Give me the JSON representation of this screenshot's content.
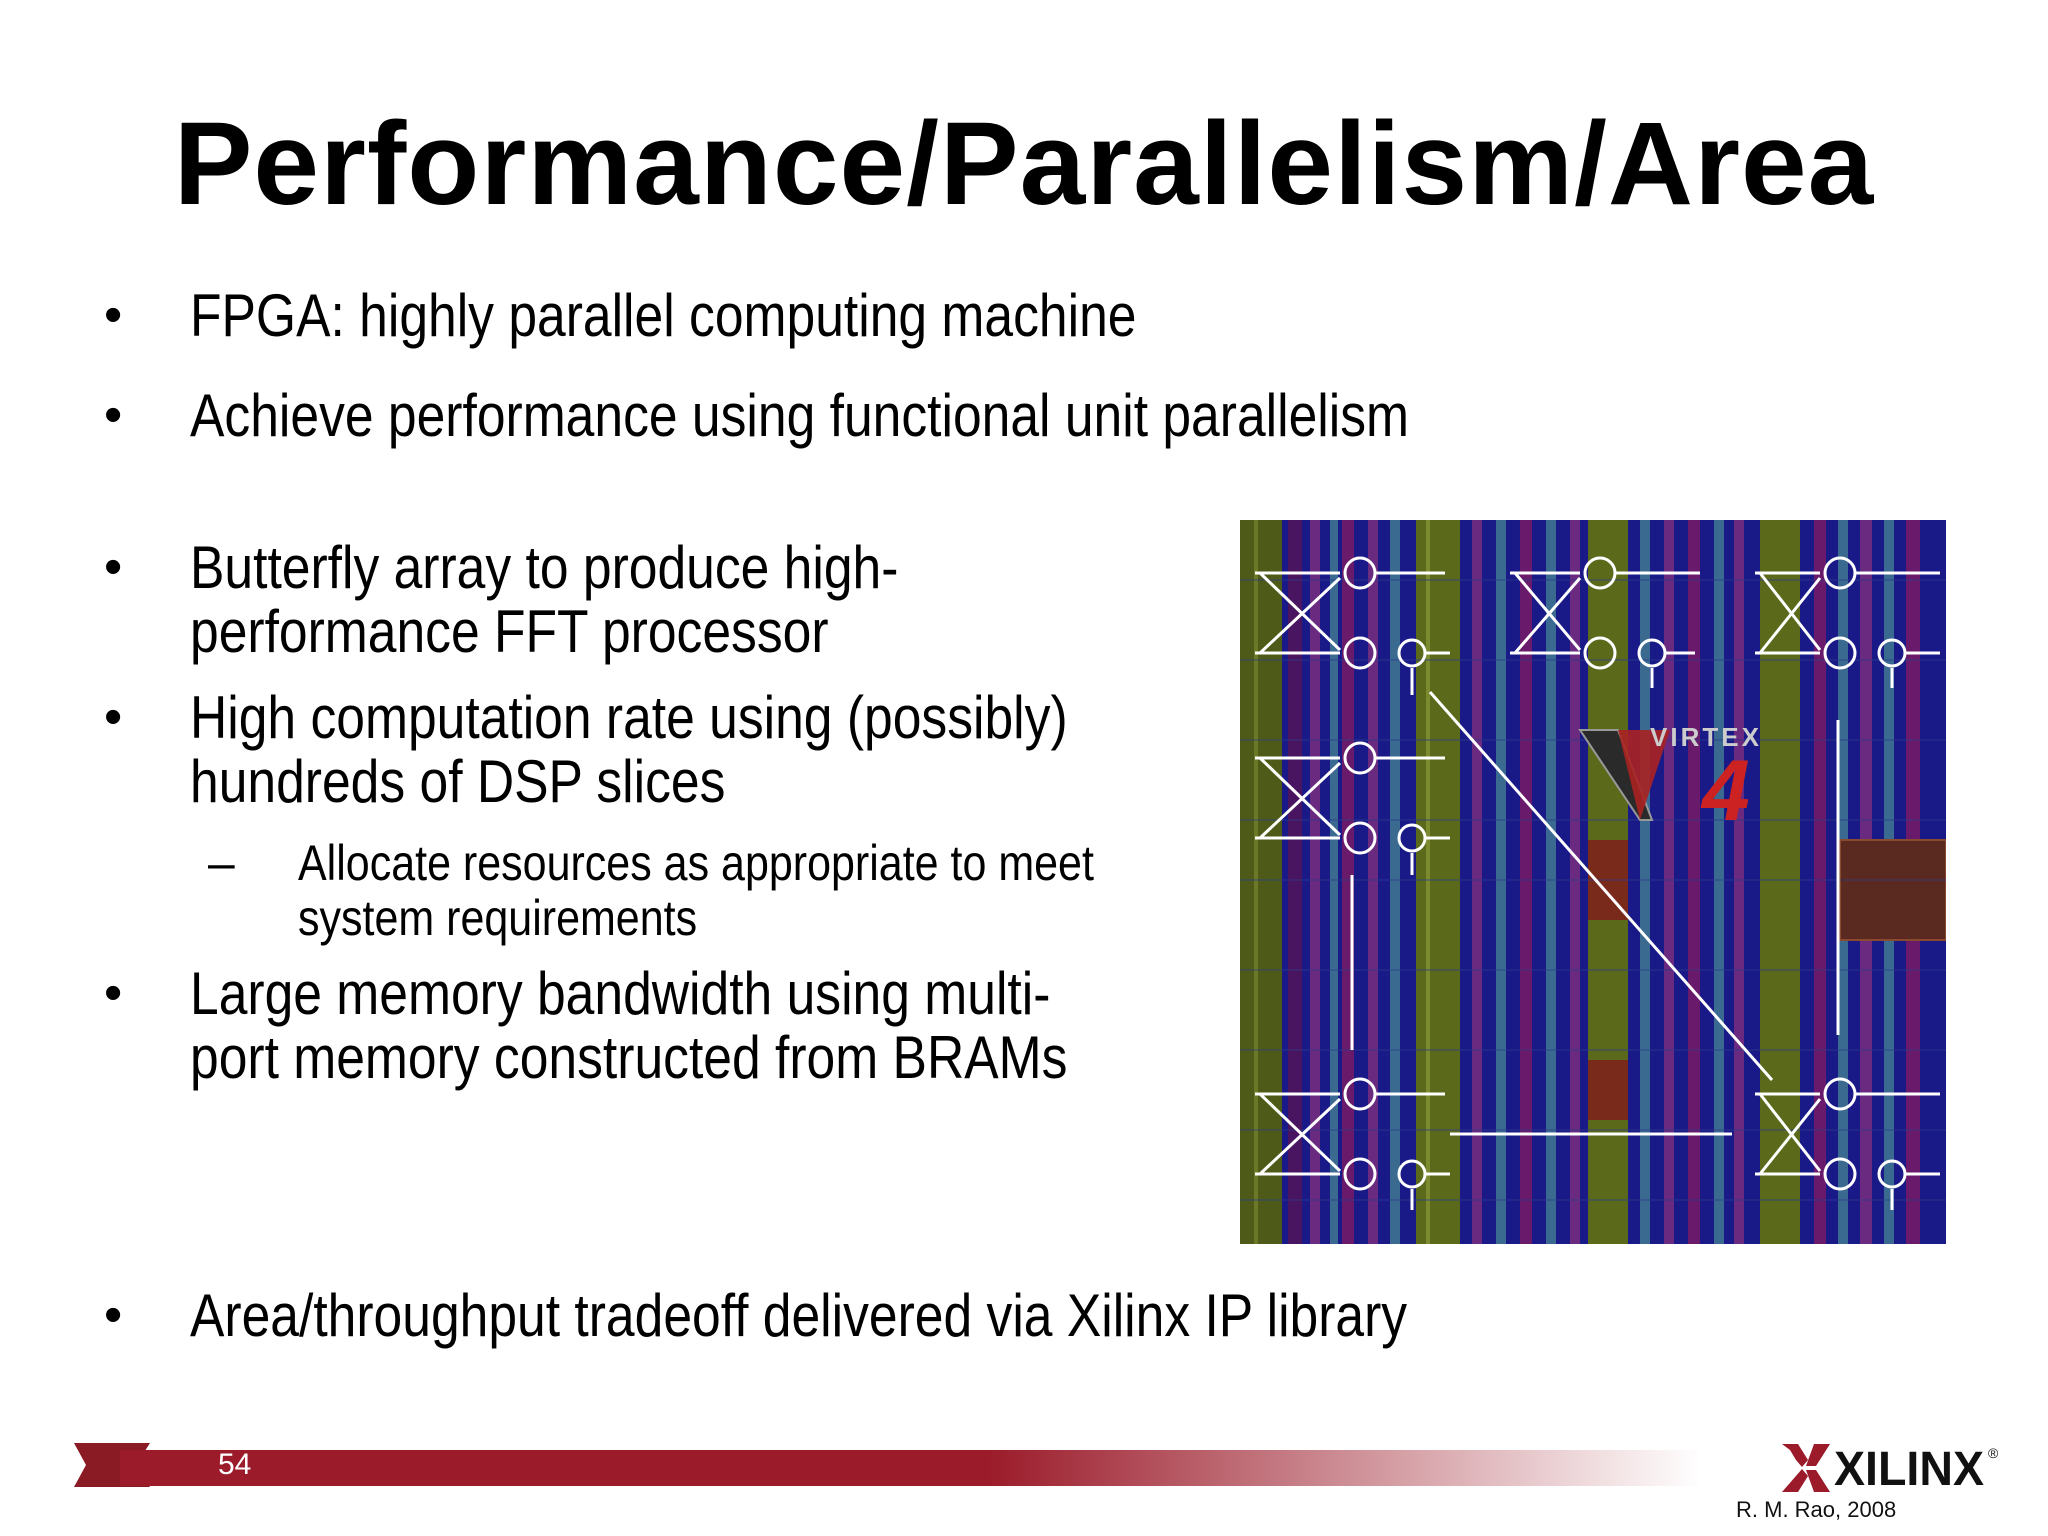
{
  "slide": {
    "title": "Performance/Parallelism/Area",
    "bullets_top": [
      {
        "bullet": "•",
        "text": "FPGA: highly parallel computing machine"
      },
      {
        "bullet": "•",
        "text": "Achieve performance using functional unit parallelism"
      }
    ],
    "bullets_mid": [
      {
        "bullet": "•",
        "lines": [
          "Butterfly array to produce high-",
          "performance FFT processor"
        ]
      },
      {
        "bullet": "•",
        "lines": [
          "High computation rate using (possibly)",
          "hundreds of DSP slices"
        ]
      },
      {
        "dash": "–",
        "lines": [
          "Allocate resources as appropriate to meet",
          "system requirements"
        ]
      },
      {
        "bullet": "•",
        "lines": [
          "Large memory bandwidth using multi-",
          "port memory constructed from BRAMs"
        ]
      }
    ],
    "bullet_bottom": {
      "bullet": "•",
      "text": "Area/throughput tradeoff delivered via Xilinx IP library"
    },
    "figure": {
      "logo_text": "VIRTEX",
      "logo_number": "4",
      "colors": {
        "background": "#1a1a8c",
        "green": "#5a6a1a",
        "purple": "#5a1a70",
        "red": "#7a2020",
        "lines": "#ffffff"
      }
    }
  },
  "footer": {
    "page_number": "54",
    "brand": "XILINX",
    "registered": "®",
    "credit": "R. M. Rao, 2008",
    "bar_color": "#9b1b2a"
  }
}
